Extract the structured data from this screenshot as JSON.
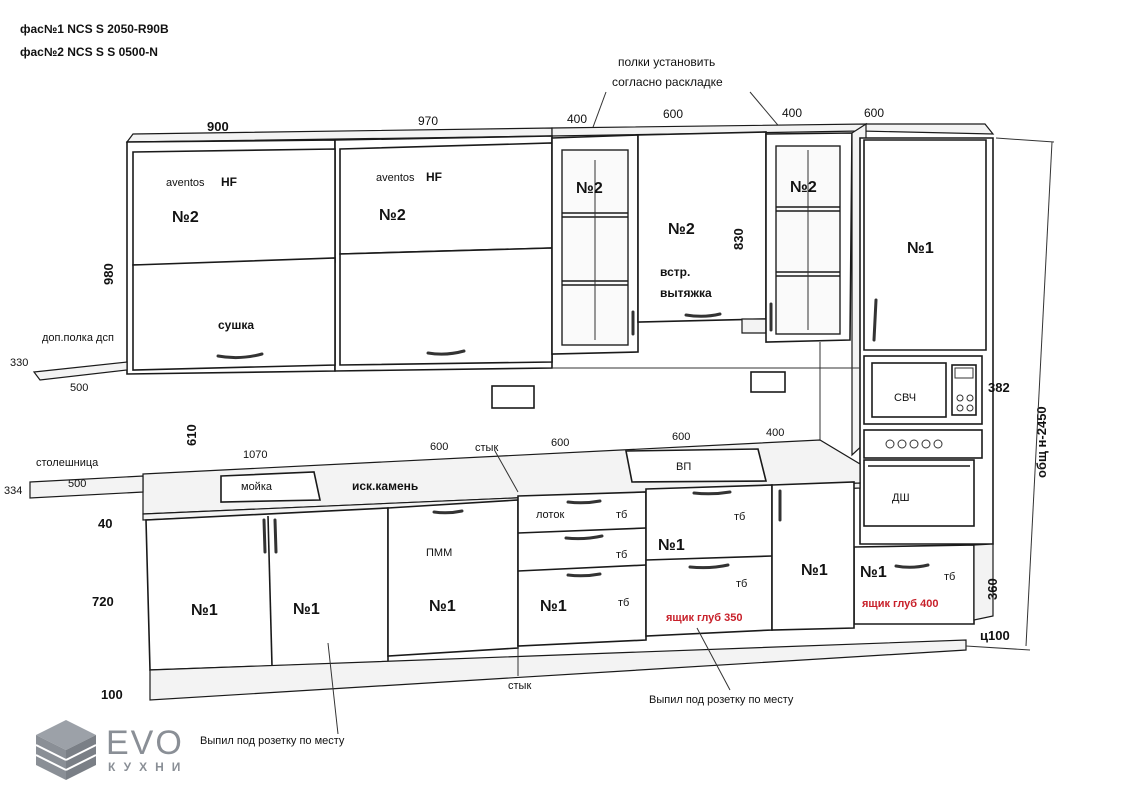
{
  "header": {
    "line1": "фас№1  NCS S 2050-R90B",
    "line2": "фас№2  NCS S  S 0500-N"
  },
  "note_shelves": {
    "line1": "полки установить",
    "line2": "согласно раскладке"
  },
  "top_dims": {
    "d900": "900",
    "d970": "970",
    "d400a": "400",
    "d600a": "600",
    "d400b": "400",
    "d600b": "600"
  },
  "side_dims": {
    "d980": "980",
    "d830": "830",
    "d610": "610",
    "d382": "382",
    "d720": "720",
    "d40": "40",
    "d100": "100",
    "d360": "360",
    "c100": "ц100",
    "total": "общ н-2450"
  },
  "shelf_left": {
    "label": "доп.полка дсп",
    "d330": "330",
    "d500": "500"
  },
  "worktop_left": {
    "label": "столешница",
    "d334": "334",
    "d500": "500"
  },
  "counter_dims": {
    "d1070": "1070",
    "d600a": "600",
    "stык": "стык",
    "d600b": "600",
    "d600c": "600",
    "d400": "400"
  },
  "wall": {
    "aventos1": "aventos",
    "hf1": "HF",
    "n2a": "№2",
    "aventos2": "aventos",
    "hf2": "HF",
    "n2b": "№2",
    "sushka": "сушка",
    "n2c": "№2",
    "n2d": "№2",
    "n2e": "№2",
    "hood1": "встр.",
    "hood2": "вытяжка",
    "n1tall": "№1"
  },
  "appliances": {
    "svch": "СВЧ",
    "dsh": "ДШ"
  },
  "counter": {
    "sink": "мойка",
    "stone": "иск.камень",
    "hob": "ВП"
  },
  "base": {
    "pmm": "ПММ",
    "n1a": "№1",
    "n1b": "№1",
    "n1c": "№1",
    "lotok": "лоток",
    "tb1": "тб",
    "tb2": "тб",
    "tb3": "тб",
    "tb4": "тб",
    "tb5": "тб",
    "tb6": "тб",
    "n1d": "№1",
    "n1e": "№1",
    "n1f": "№1",
    "n1g": "№1",
    "box350": "ящик глуб 350",
    "box400": "ящик глуб 400"
  },
  "notes": {
    "styk_bottom": "стык",
    "socket1": "Выпил под розетку по месту",
    "socket2": "Выпил под розетку по месту"
  },
  "logo": {
    "brand": "EVO",
    "sub": "КУХНИ",
    "color": "#8a8f96"
  }
}
